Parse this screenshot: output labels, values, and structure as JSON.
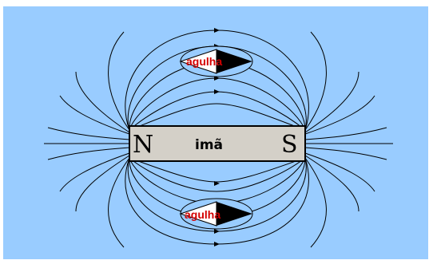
{
  "diagram": {
    "magnet": {
      "north_label": "N",
      "south_label": "S",
      "name_label": "imã"
    },
    "needles": [
      {
        "label": "agulha"
      },
      {
        "label": "agulha"
      }
    ],
    "colors": {
      "background": "#99ccff",
      "frame": "#ffffff",
      "magnet_fill": "#d4d0c8",
      "needle_label": "#d40000",
      "needle_dark": "#000000",
      "needle_light": "#ffffff",
      "lines": "#000000"
    }
  }
}
